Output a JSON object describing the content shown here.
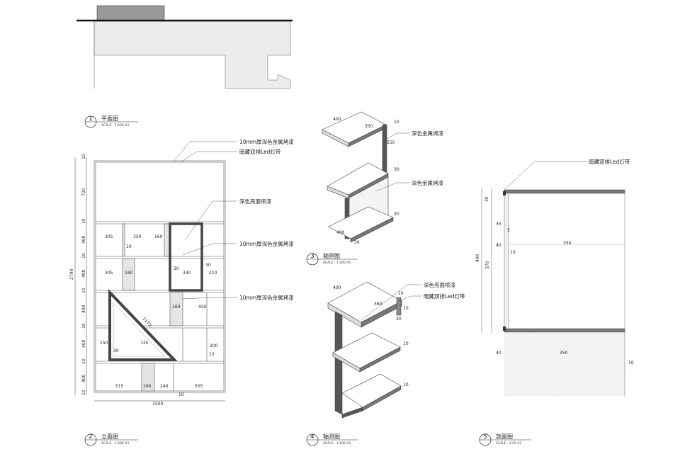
{
  "views": {
    "v1": {
      "number": "1",
      "title": "平面图",
      "scale": "SCALE : 1:200 A3"
    },
    "v2": {
      "number": "2",
      "title": "立面图",
      "scale": "SCALE : 1:200 A3"
    },
    "v3": {
      "number": "3",
      "title": "轴测图",
      "scale": "SCALE : 1:200 A3"
    },
    "v4": {
      "number": "4",
      "title": "轴测图",
      "scale": "SCALE : 1:200 A3"
    },
    "v5": {
      "number": "5",
      "title": "剖面图",
      "scale": "SCALE : 1:50 A3"
    }
  },
  "notes": {
    "metal_paint": "10mm厚深色金属烤漆",
    "led_strip": "暗藏双排Led灯带",
    "glossy_spray": "深色亮面喷漆",
    "dark_metal": "深色金属烤漆"
  },
  "elevation": {
    "total_height": "2790",
    "total_width": "1500",
    "left_dims": [
      "10",
      "720",
      "10",
      "400",
      "10",
      "400",
      "10",
      "400",
      "10",
      "400",
      "10",
      "400",
      "10"
    ],
    "row1": [
      "305",
      "350",
      "160"
    ],
    "row1_gap": "10",
    "row2": [
      "305",
      "160",
      "30",
      "340",
      "30",
      "210"
    ],
    "row3": [
      "160",
      "450"
    ],
    "diag": "1170",
    "row4": [
      "150",
      "745",
      "30",
      "200",
      "10"
    ],
    "row5": [
      "515",
      "160",
      "240",
      "555",
      "10"
    ]
  },
  "axo3": {
    "top": [
      "400",
      "350"
    ],
    "side": [
      "10",
      "550",
      "30",
      "30",
      "400",
      "30"
    ]
  },
  "axo4": {
    "top": [
      "400",
      "360",
      "10",
      "10"
    ],
    "side": [
      "10",
      "10",
      "30"
    ]
  },
  "section": {
    "dims": [
      "30",
      "35",
      "5",
      "40",
      "10",
      "350",
      "400",
      "370",
      "40",
      "350",
      "10"
    ]
  }
}
